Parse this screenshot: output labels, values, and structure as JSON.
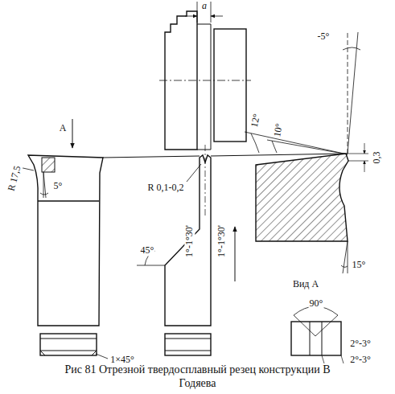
{
  "diagram": {
    "caption": "Рис 81 Отрезной твердосплавный резец конструкции В Годяева",
    "labels": [
      "A",
      "R 17,5",
      "5°",
      "1×45°",
      "a",
      "R 0,1-0,2",
      "1°-1°30'",
      "1°-1°30'",
      "45°",
      "12°",
      "10°",
      "-5°",
      "0,3",
      "15°",
      "Вид A",
      "90°",
      "2°-3°",
      "2°-3°"
    ]
  }
}
